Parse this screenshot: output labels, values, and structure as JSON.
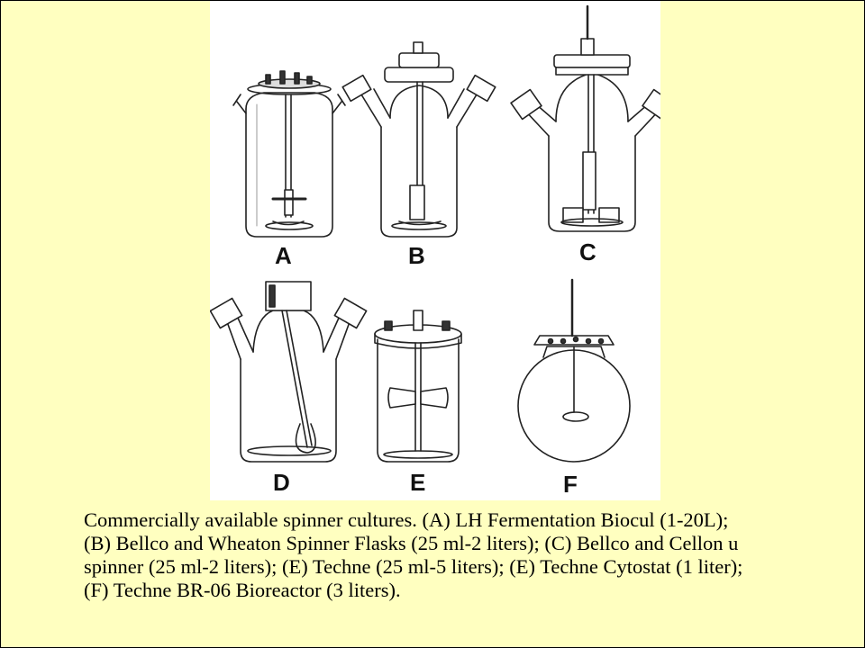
{
  "figure": {
    "labels": {
      "a": "A",
      "b": "B",
      "c": "C",
      "d": "D",
      "e": "E",
      "f": "F"
    }
  },
  "caption": {
    "lines": [
      "Commercially available spinner cultures. (A) LH Fermentation Biocul (1-20L);",
      "(B) Bellco and Wheaton Spinner Flasks (25 ml-2 liters); (C) Bellco and Cellon u",
      "spinner (25 ml-2 liters); (E) Techne (25 ml-5 liters); (E) Techne Cytostat (1 liter);",
      "(F) Techne BR-06 Bioreactor (3 liters)."
    ]
  }
}
